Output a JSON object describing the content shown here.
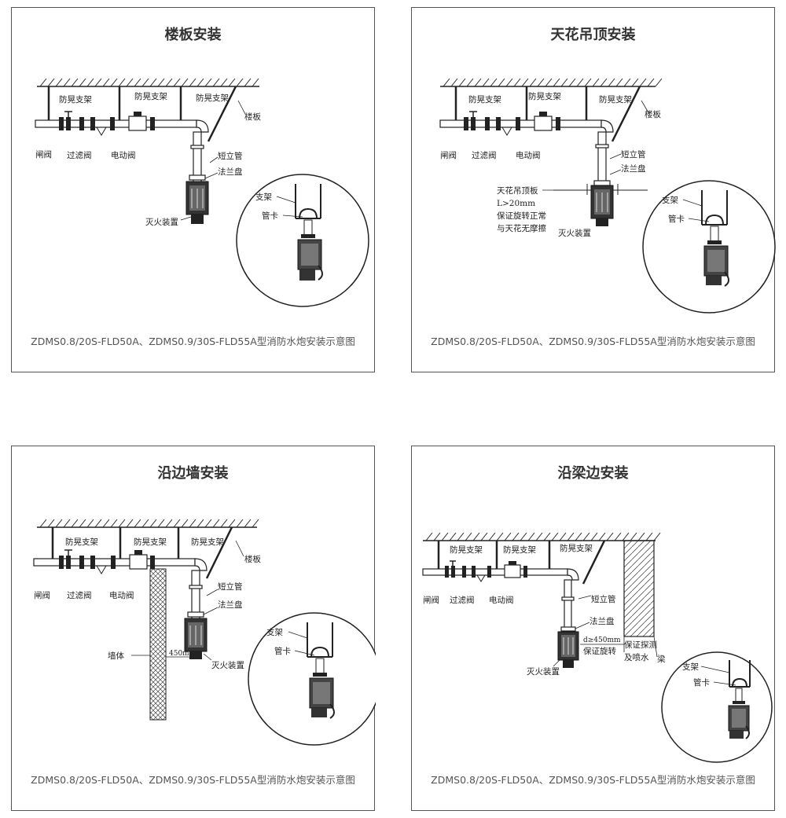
{
  "panels": [
    {
      "id": "floor",
      "title": "楼板安装",
      "caption": "ZDMS0.8/20S-FLD50A、ZDMS0.9/30S-FLD55A型消防水炮安装示意图",
      "labels": {
        "brace1": "防晃支架",
        "brace2": "防晃支架",
        "brace3": "防晃支架",
        "slab": "楼板",
        "gate": "闸阀",
        "filter": "过滤阀",
        "motor": "电动阀",
        "short_pipe": "短立管",
        "flange": "法兰盘",
        "device": "灭火装置",
        "detail_bracket": "支架",
        "detail_clamp": "管卡"
      }
    },
    {
      "id": "ceiling",
      "title": "天花吊顶安装",
      "caption": "ZDMS0.8/20S-FLD50A、ZDMS0.9/30S-FLD55A型消防水炮安装示意图",
      "labels": {
        "brace1": "防晃支架",
        "brace2": "防晃支架",
        "brace3": "防晃支架",
        "slab": "楼板",
        "gate": "闸阀",
        "filter": "过滤阀",
        "motor": "电动阀",
        "short_pipe": "短立管",
        "flange": "法兰盘",
        "device": "灭火装置",
        "ceiling_board": "天花吊顶板",
        "distance": "L>20mm",
        "note1": "保证旋转正常",
        "note2": "与天花无摩擦",
        "detail_bracket": "支架",
        "detail_clamp": "管卡"
      }
    },
    {
      "id": "wall",
      "title": "沿边墙安装",
      "caption": "ZDMS0.8/20S-FLD50A、ZDMS0.9/30S-FLD55A型消防水炮安装示意图",
      "labels": {
        "brace1": "防晃支架",
        "brace2": "防晃支架",
        "brace3": "防晃支架",
        "slab": "楼板",
        "gate": "闸阀",
        "filter": "过滤阀",
        "motor": "电动阀",
        "short_pipe": "短立管",
        "flange": "法兰盘",
        "device": "灭火装置",
        "wall": "墙体",
        "distance": "450mm",
        "detail_bracket": "支架",
        "detail_clamp": "管卡"
      }
    },
    {
      "id": "beam",
      "title": "沿梁边安装",
      "caption": "ZDMS0.8/20S-FLD50A、ZDMS0.9/30S-FLD55A型消防水炮安装示意图",
      "labels": {
        "brace1": "防晃支架",
        "brace2": "防晃支架",
        "brace3": "防晃支架",
        "gate": "闸阀",
        "filter": "过滤阀",
        "motor": "电动阀",
        "short_pipe": "短立管",
        "flange": "法兰盘",
        "device": "灭火装置",
        "distance": "d≥450mm",
        "note": "保证旋转",
        "detect1": "保证探测",
        "detect2": "及喷水",
        "beam": "梁",
        "detail_bracket": "支架",
        "detail_clamp": "管卡"
      }
    }
  ]
}
